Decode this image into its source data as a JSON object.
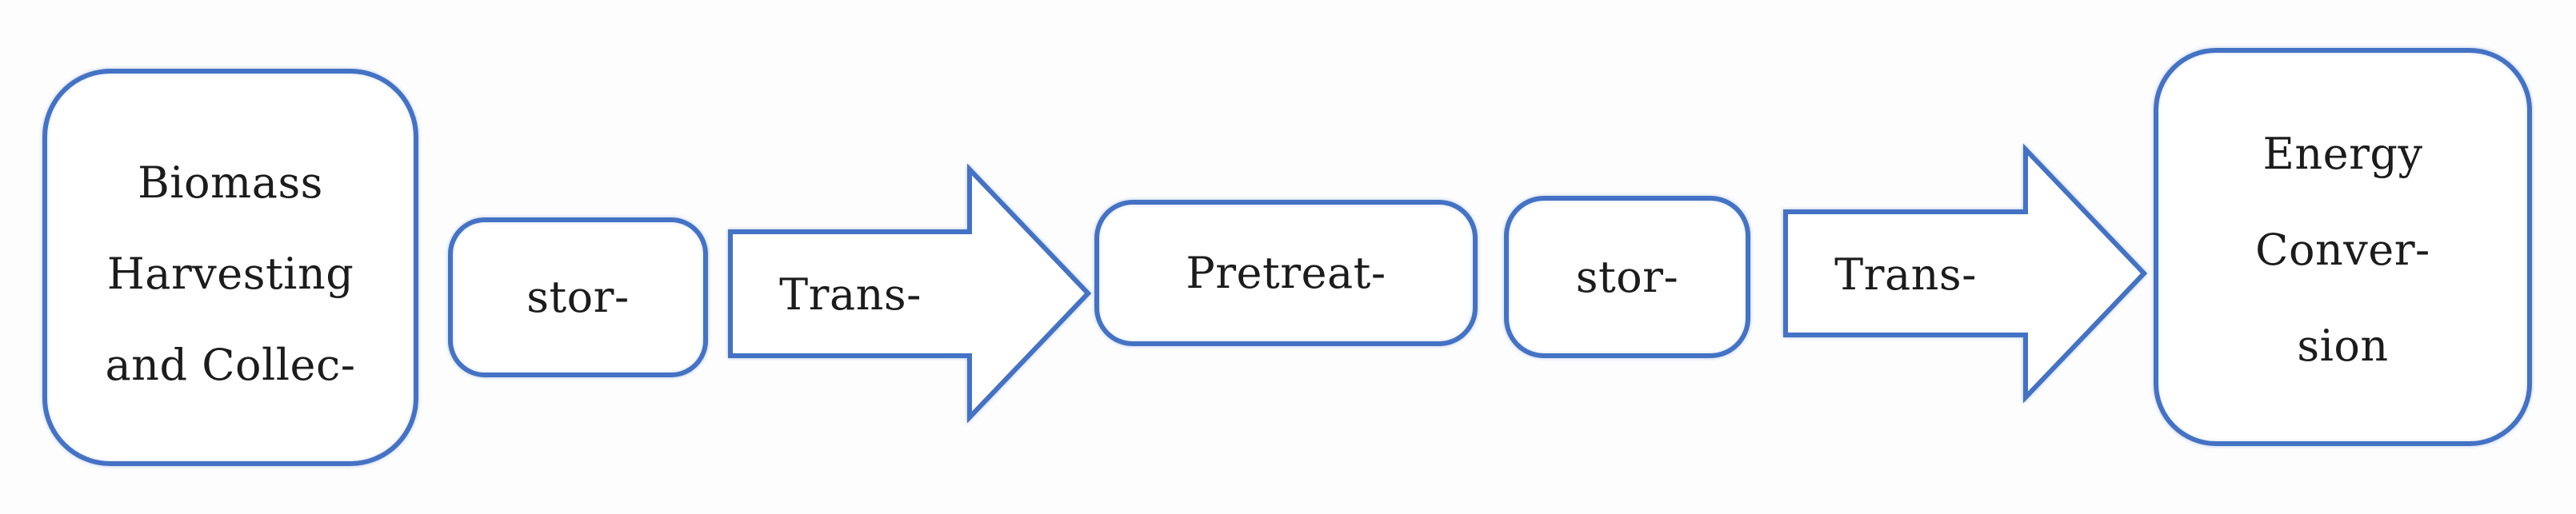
{
  "figure": {
    "type": "flow-diagram",
    "background_color": "#FDFDFD",
    "shape_fill_color": "#FFFFFF",
    "shape_border_color": "#4472C4",
    "text_color": "#1C1C1C",
    "flow_direction": "left-to-right",
    "nodes": [
      {
        "id": "biomass-harvesting",
        "shape": "rounded-rectangle",
        "lines": [
          "Biomass",
          "Harvesting",
          "and Collec-"
        ]
      },
      {
        "id": "storage-1",
        "shape": "rounded-rectangle",
        "lines": [
          "stor-"
        ]
      },
      {
        "id": "transport-1",
        "shape": "block-arrow-right",
        "lines": [
          "Trans-"
        ]
      },
      {
        "id": "pretreatment",
        "shape": "rounded-rectangle",
        "lines": [
          "Pretreat-"
        ]
      },
      {
        "id": "storage-2",
        "shape": "rounded-rectangle",
        "lines": [
          "stor-"
        ]
      },
      {
        "id": "transport-2",
        "shape": "block-arrow-right",
        "lines": [
          "Trans-"
        ]
      },
      {
        "id": "energy-conversion",
        "shape": "rounded-rectangle",
        "lines": [
          "Energy",
          "Conver-",
          "sion"
        ]
      }
    ]
  }
}
